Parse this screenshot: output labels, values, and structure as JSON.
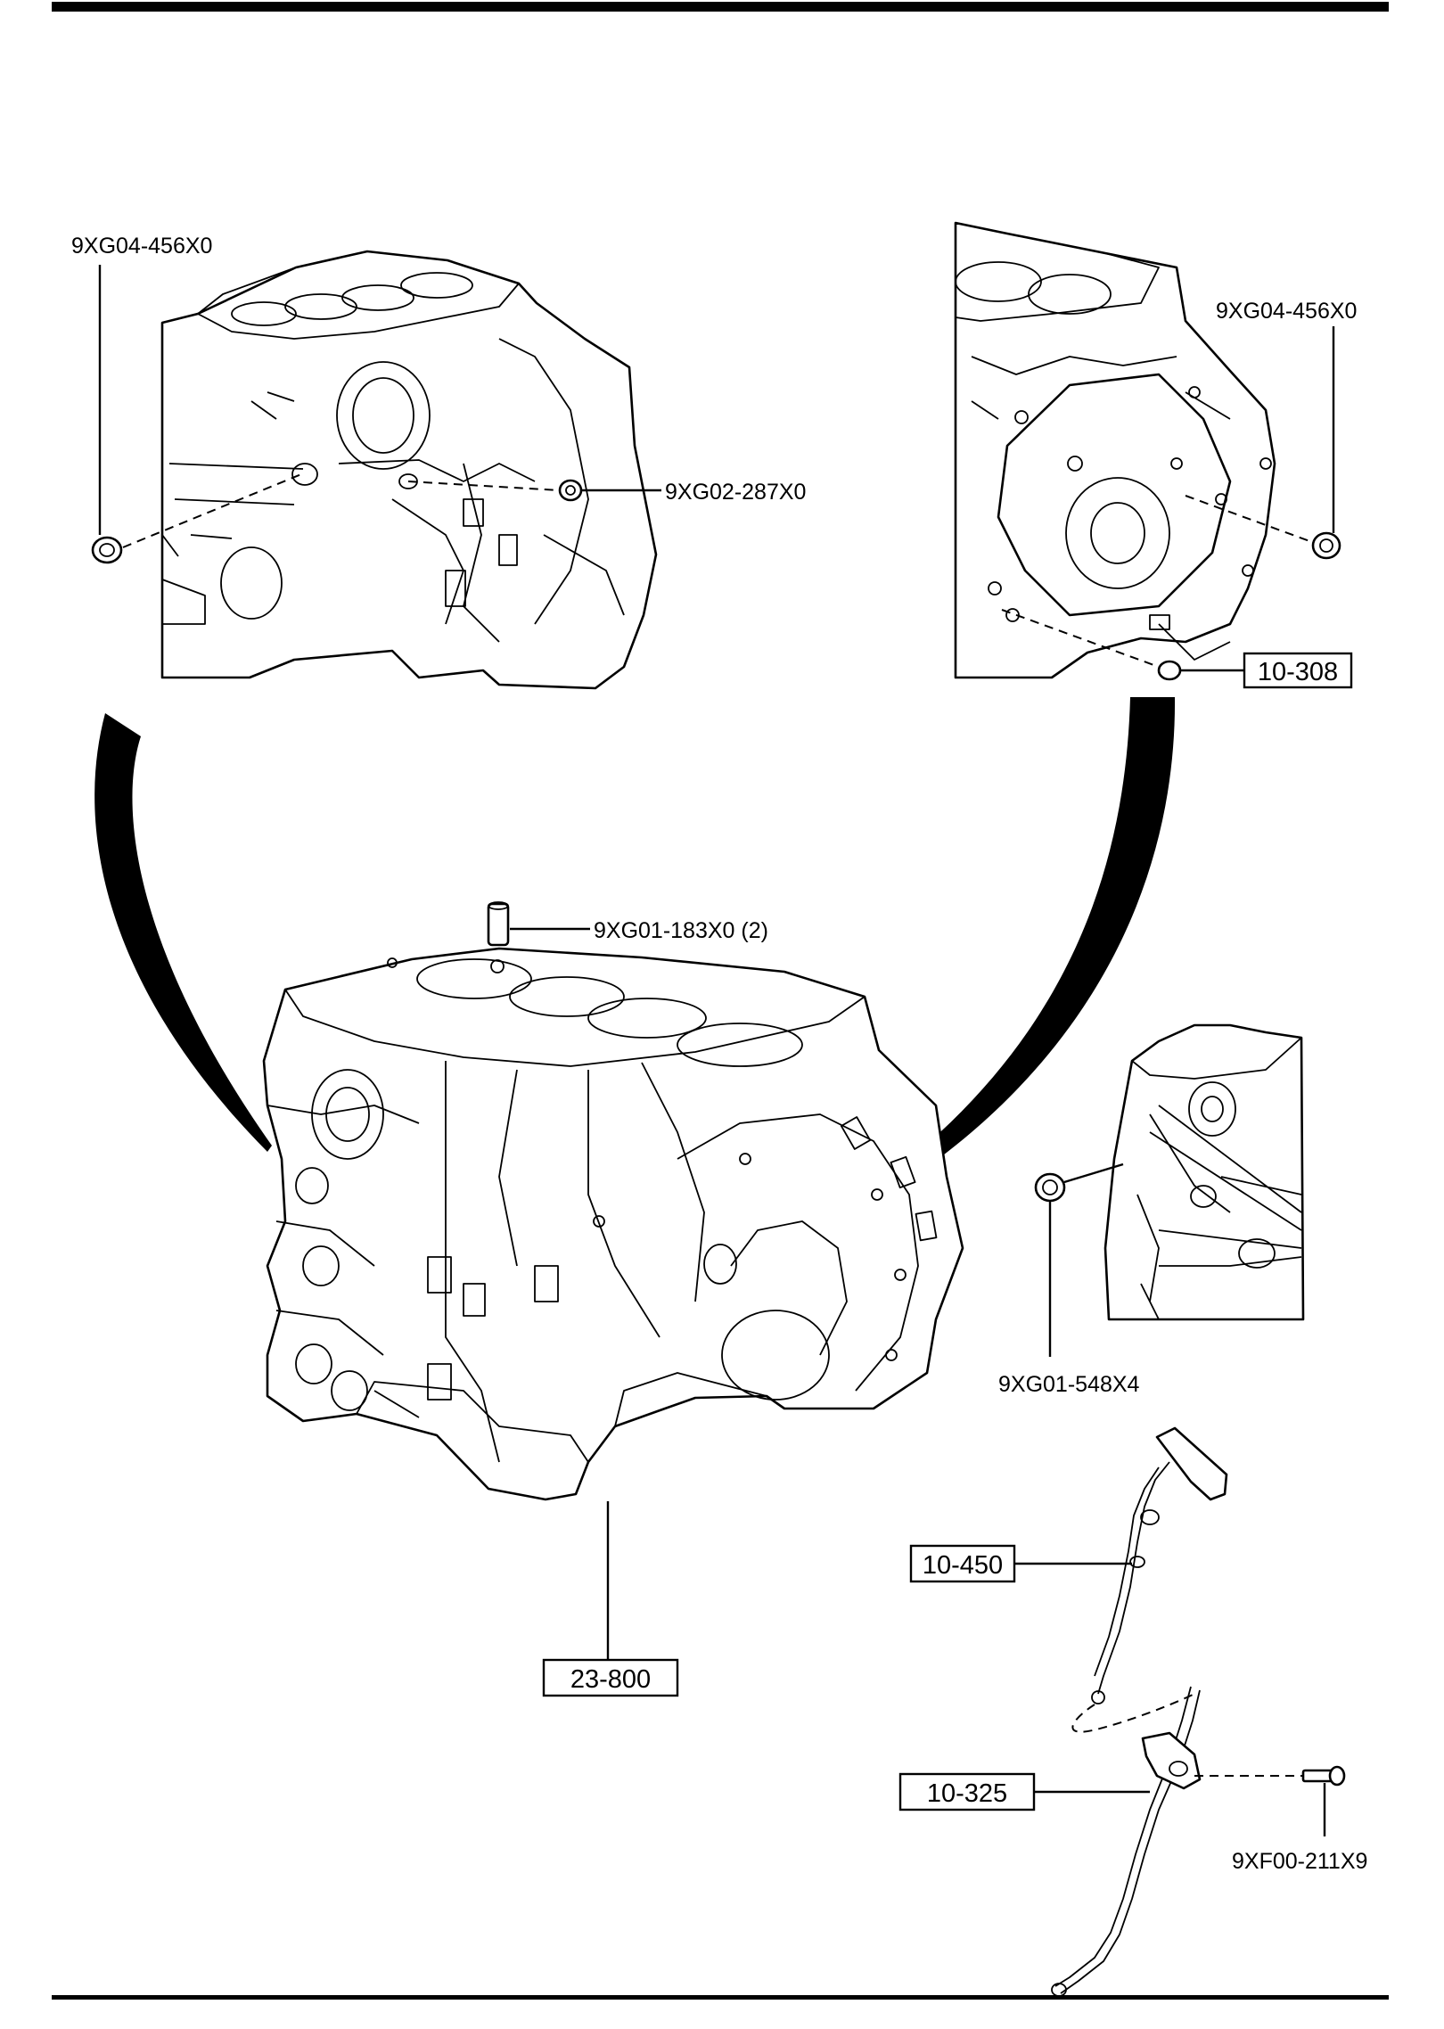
{
  "callouts": {
    "top_left_plug": "9XG04-456X0",
    "top_left_pin": "9XG02-287X0",
    "top_right_plug": "9XG04-456X0",
    "top_right_box": "10-308",
    "dowel_pin": "9XG01-183X0 (2)",
    "side_plug": "9XG01-548X4",
    "dipstick_box": "10-450",
    "cylinder_block_box": "23-800",
    "guide_tube_box": "10-325",
    "bolt": "9XF00-211X9"
  }
}
